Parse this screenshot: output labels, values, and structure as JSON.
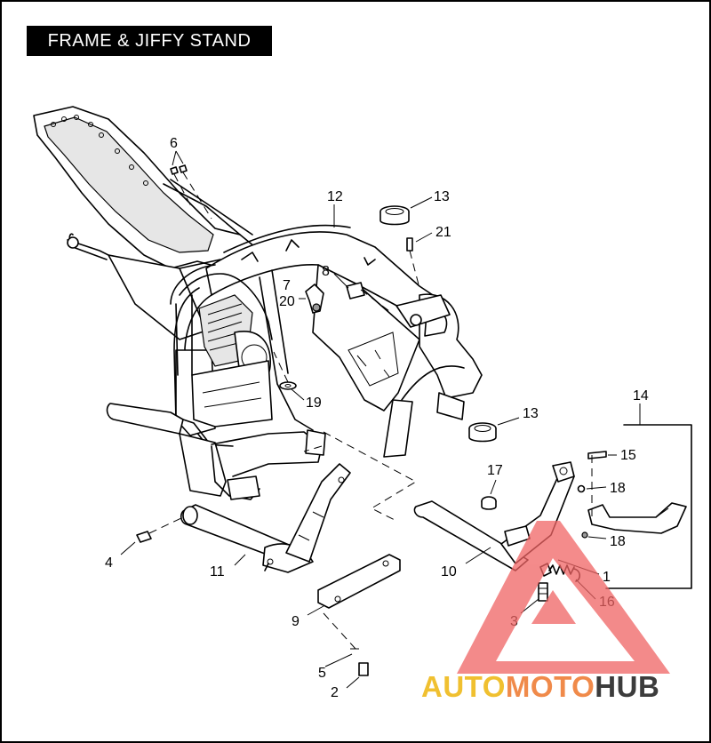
{
  "title": "FRAME & JIFFY STAND",
  "callouts": [
    {
      "id": "c6",
      "label": "6"
    },
    {
      "id": "c12",
      "label": "12"
    },
    {
      "id": "c13a",
      "label": "13"
    },
    {
      "id": "c21",
      "label": "21"
    },
    {
      "id": "c8",
      "label": "8"
    },
    {
      "id": "c7",
      "label": "7"
    },
    {
      "id": "c20",
      "label": "20"
    },
    {
      "id": "c19",
      "label": "19"
    },
    {
      "id": "c13b",
      "label": "13"
    },
    {
      "id": "c14",
      "label": "14"
    },
    {
      "id": "c15",
      "label": "15"
    },
    {
      "id": "c17",
      "label": "17"
    },
    {
      "id": "c18a",
      "label": "18"
    },
    {
      "id": "c18b",
      "label": "18"
    },
    {
      "id": "c4",
      "label": "4"
    },
    {
      "id": "c11",
      "label": "11"
    },
    {
      "id": "c10",
      "label": "10"
    },
    {
      "id": "c1",
      "label": "1"
    },
    {
      "id": "c16",
      "label": "16"
    },
    {
      "id": "c3",
      "label": "3"
    },
    {
      "id": "c9",
      "label": "9"
    },
    {
      "id": "c5",
      "label": "5"
    },
    {
      "id": "c2",
      "label": "2"
    }
  ],
  "watermark": {
    "part1": "AUTO",
    "part2": "MOTO",
    "part3": "HUB",
    "colors": {
      "auto": "#f0c030",
      "moto": "#f08a4a",
      "hub": "#3c3c3c",
      "triangle": "#f06464"
    }
  }
}
